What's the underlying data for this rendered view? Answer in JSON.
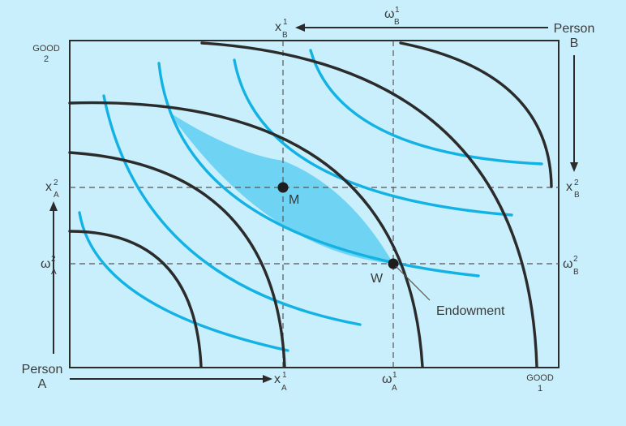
{
  "labels": {
    "good2": [
      "GOOD",
      "2"
    ],
    "good1": [
      "GOOD",
      "1"
    ],
    "person_a": [
      "Person",
      "A"
    ],
    "person_b": [
      "Person",
      "B"
    ],
    "point_m": "M",
    "point_w": "W",
    "endowment": "Endowment",
    "x_a1": "x",
    "x_a1_sup": "1",
    "x_a1_sub": "A",
    "w_a1": "ω",
    "w_a1_sup": "1",
    "w_a1_sub": "A",
    "x_b1": "x",
    "x_b1_sup": "1",
    "x_b1_sub": "B",
    "w_b1": "ω",
    "w_b1_sup": "1",
    "w_b1_sub": "B",
    "x_a2": "x",
    "x_a2_sup": "2",
    "x_a2_sub": "A",
    "w_a2": "ω",
    "w_a2_sup": "2",
    "w_a2_sub": "A",
    "x_b2": "x",
    "x_b2_sup": "2",
    "x_b2_sub": "B",
    "w_b2": "ω",
    "w_b2_sup": "2",
    "w_b2_sub": "B"
  },
  "colors": {
    "background": "#c9effc",
    "person_a_curves": "#2b2b2b",
    "person_b_curves": "#12b2e4",
    "lens_fill": "#6fd3f3",
    "guides": "#555555"
  }
}
